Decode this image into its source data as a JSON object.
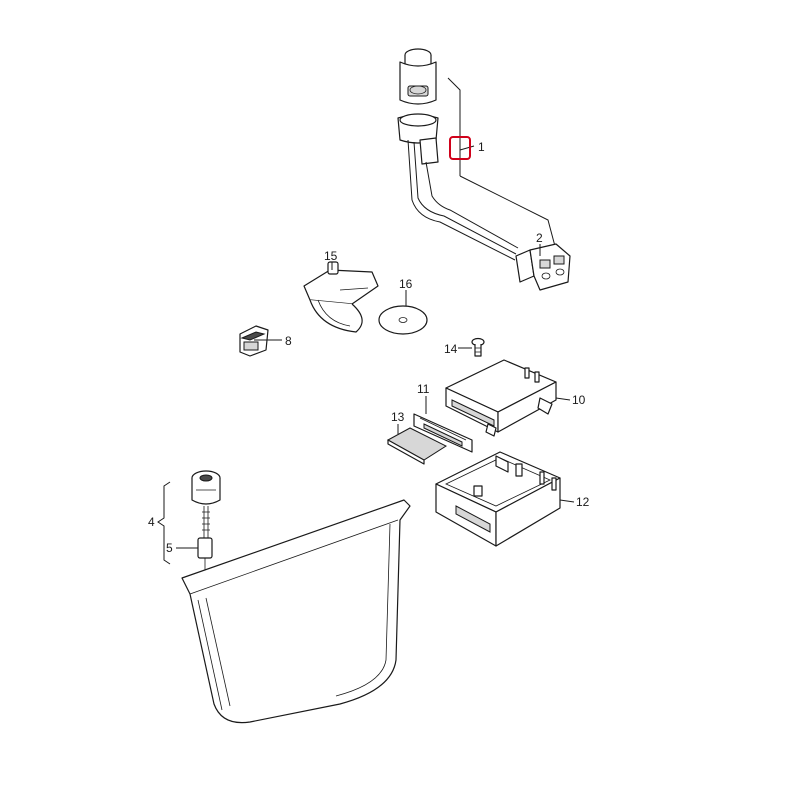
{
  "callouts": {
    "c1": "1",
    "c2": "2",
    "c4": "4",
    "c5": "5",
    "c8": "8",
    "c10": "10",
    "c11": "11",
    "c12": "12",
    "c13": "13",
    "c14": "14",
    "c15": "15",
    "c16": "16"
  },
  "colors": {
    "line": "#1a1a1a",
    "highlight": "#d0021b",
    "shade": "#d7d7d7"
  },
  "highlighted_part": "1"
}
